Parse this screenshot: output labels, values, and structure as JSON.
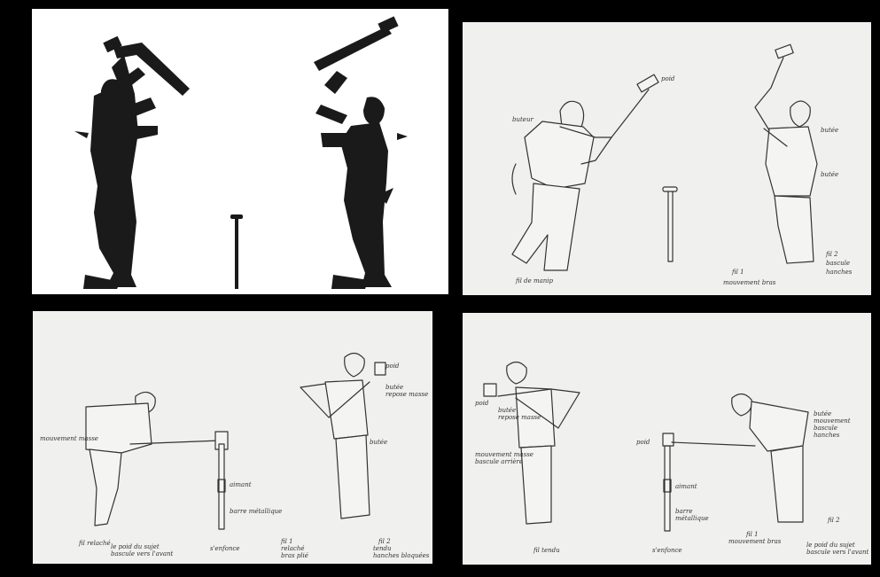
{
  "panels": {
    "top_right": {
      "labels": [
        "buteur",
        "poid",
        "butée",
        "butée",
        "fil de manip",
        "fil 1",
        "mouvement bras",
        "fil 2",
        "bascule",
        "hanches"
      ]
    },
    "bottom_left": {
      "labels": [
        "poid",
        "butée",
        "repose masse",
        "mouvement masse",
        "butée",
        "aimant",
        "barre métallique",
        "s'enfonce",
        "fil relaché",
        "le poid du sujet",
        "bascule vers l'avant",
        "fil 1",
        "relaché",
        "bras plié",
        "fil 2",
        "tendu",
        "hanches bloquées"
      ]
    },
    "bottom_right": {
      "labels": [
        "poid",
        "butée",
        "repose masse",
        "mouvement masse",
        "bascule arrière",
        "poid",
        "aimant",
        "barre",
        "métallique",
        "s'enfonce",
        "fil tendu",
        "butée",
        "mouvement",
        "bascule",
        "hanches",
        "fil 1",
        "mouvement bras",
        "fil 2",
        "le poid du sujet",
        "bascule vers l'avant"
      ]
    }
  }
}
